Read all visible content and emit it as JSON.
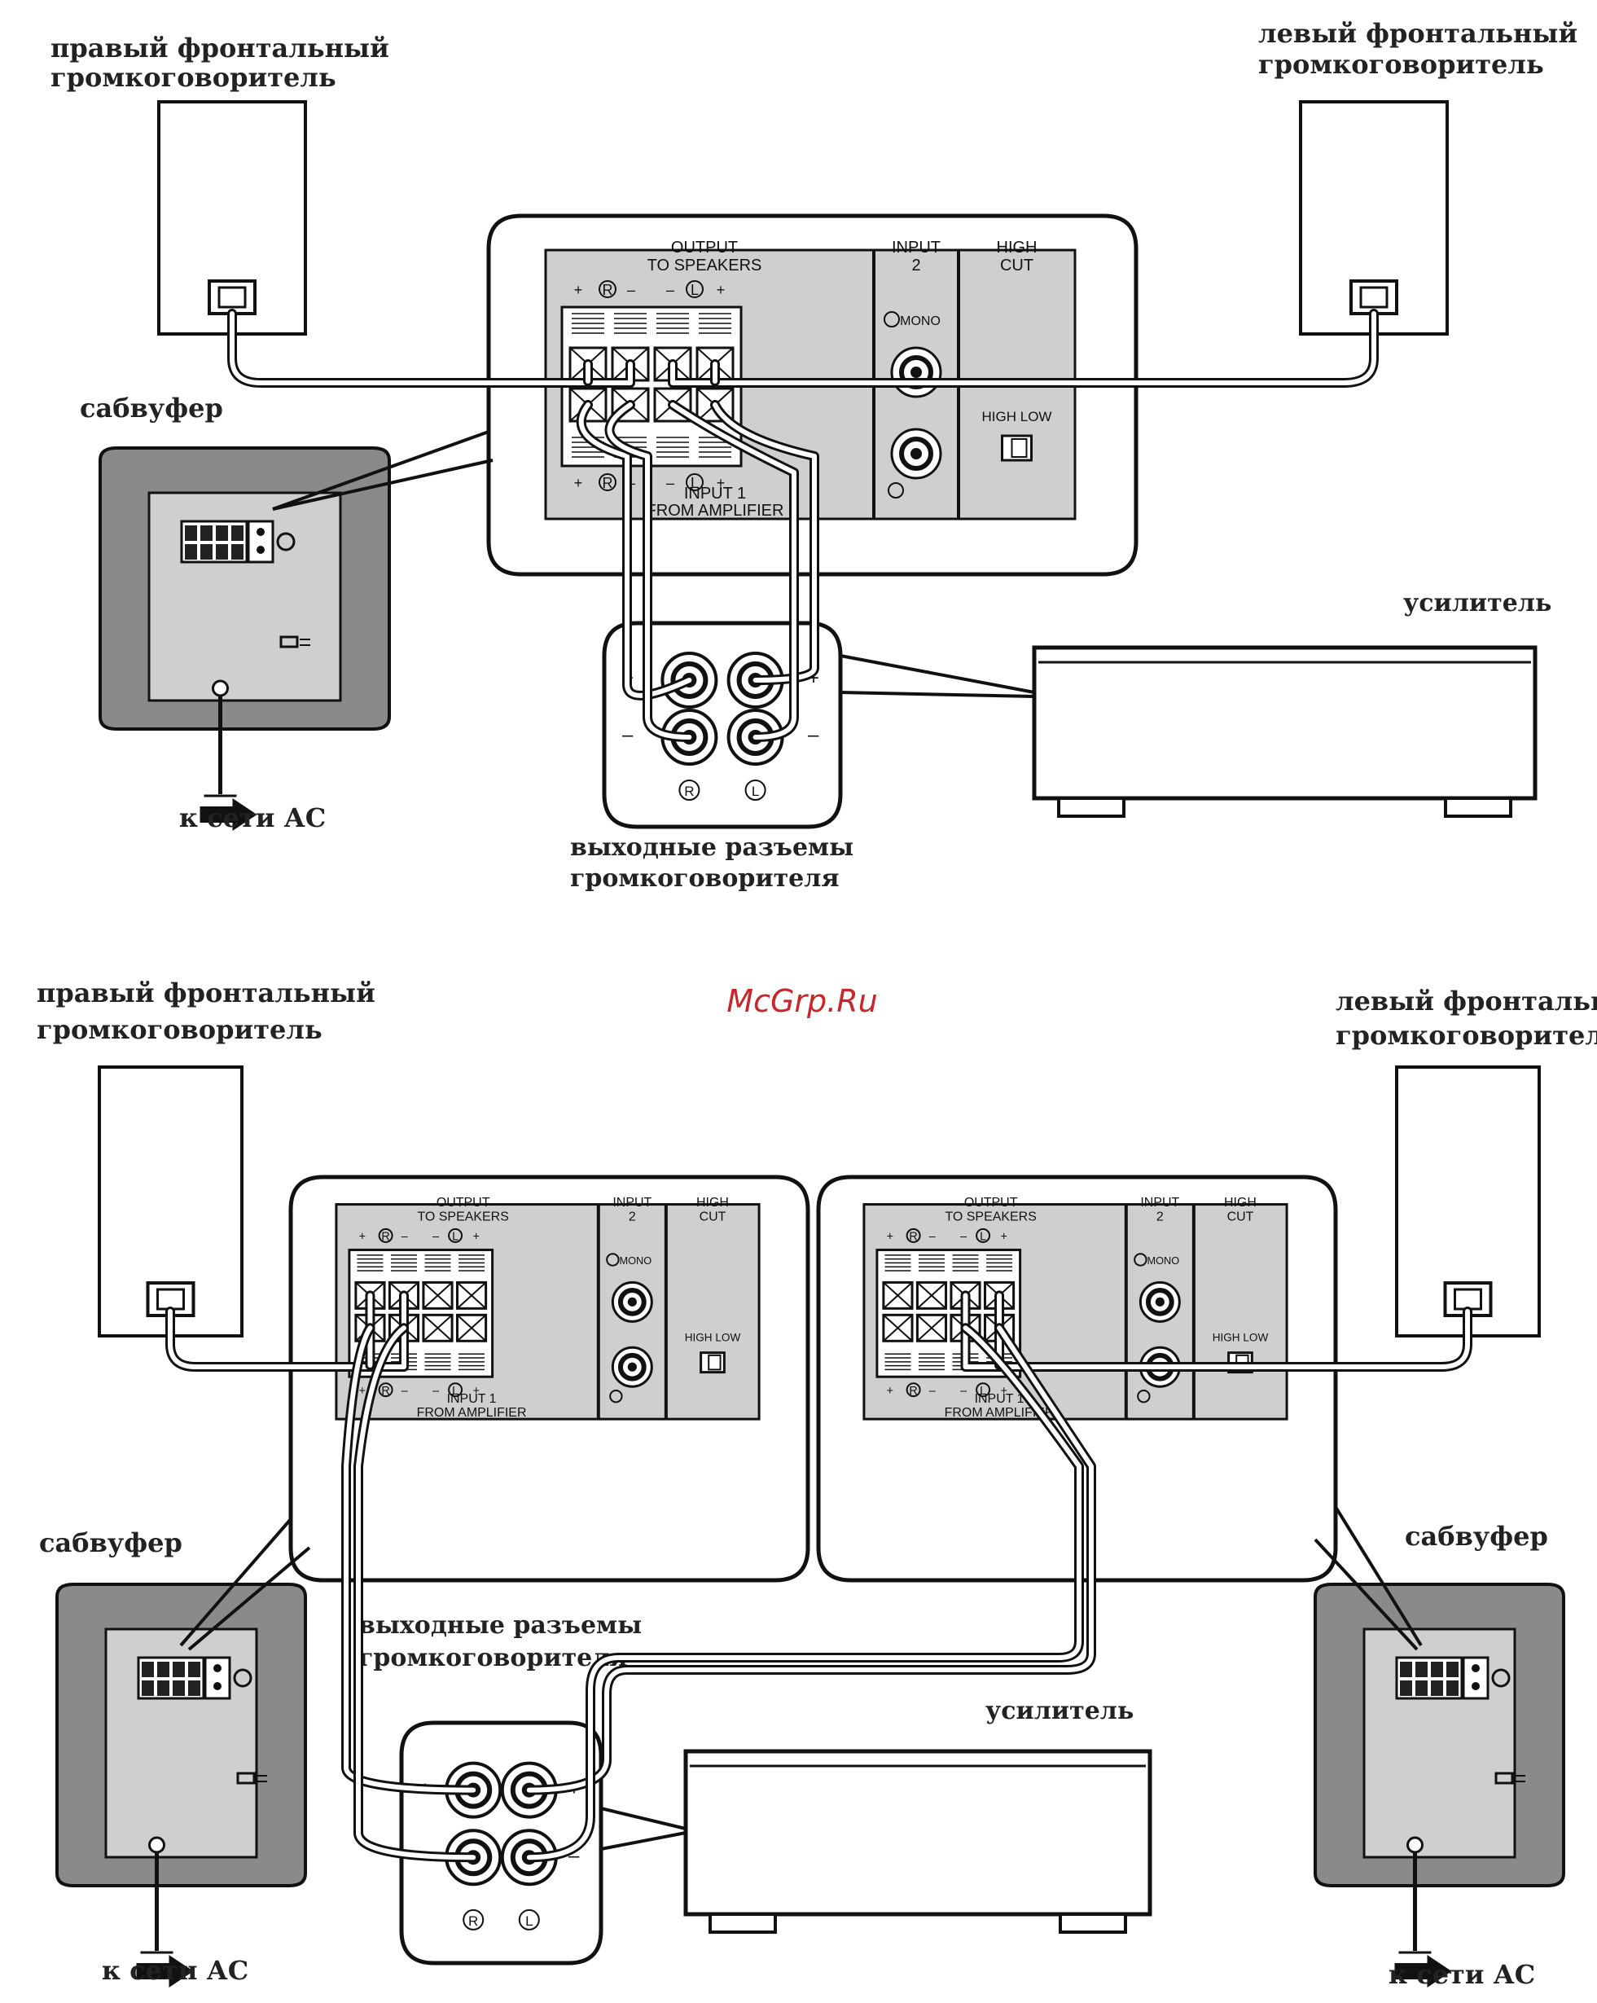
{
  "watermark": "McGrp.Ru",
  "diagram1": {
    "right_front_speaker": [
      "правый фронтальный",
      "громкоговоритель"
    ],
    "left_front_speaker": [
      "левый фронтальный",
      "громкоговоритель"
    ],
    "subwoofer": "сабвуфер",
    "amplifier": "усилитель",
    "speaker_output_terminals": [
      "выходные разъемы",
      "громкоговорителя"
    ],
    "to_ac_mains": "к сети АС"
  },
  "diagram2": {
    "right_front_speaker": [
      "правый фронтальный",
      "громкоговоритель"
    ],
    "left_front_speaker": [
      "левый фронтальный",
      "громкоговоритель"
    ],
    "subwoofer_left": "сабвуфер",
    "subwoofer_right": "сабвуфер",
    "amplifier": "усилитель",
    "speaker_output_terminals": [
      "выходные разъемы",
      "громкоговорителя"
    ],
    "to_ac_mains_left": "к сети АС",
    "to_ac_mains_right": "к сети АС"
  },
  "terminal_panel": {
    "output_title": [
      "OUTPUT",
      "TO SPEAKERS"
    ],
    "input2_title": [
      "INPUT",
      "2"
    ],
    "highcut_title": [
      "HIGH",
      "CUT"
    ],
    "mono": "MONO",
    "high_low": "HIGH LOW",
    "input1_title": [
      "INPUT 1",
      "FROM AMPLIFIER"
    ],
    "plus": "+",
    "minus": "–",
    "r": "R",
    "l": "L"
  }
}
